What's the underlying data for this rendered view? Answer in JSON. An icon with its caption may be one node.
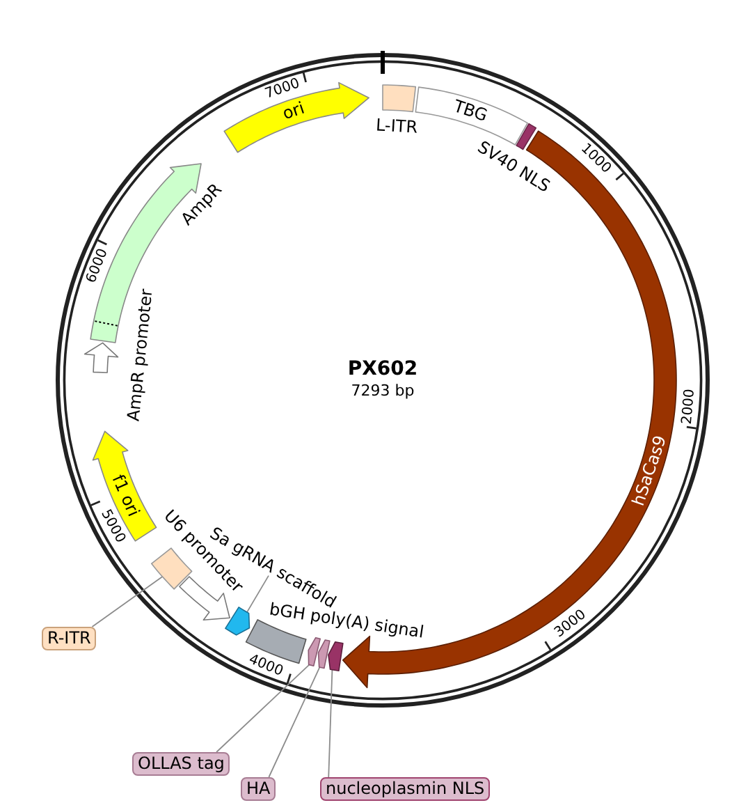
{
  "diagram": {
    "title": "PX602",
    "nodes": [
      {
        "text": [
          "L-ITR"
        ]
      },
      {
        "text": [
          "TBG"
        ]
      },
      {
        "text": [
          "SV40 NLS"
        ]
      },
      {
        "text": [
          "hSaCas9"
        ]
      },
      {
        "text": [],
        "shape": "arrow"
      },
      {
        "text": [],
        "shape": "arrow"
      },
      {
        "text": [],
        "shape": "arrow"
      },
      {
        "text": [
          "bGH poly(A) signal"
        ]
      },
      {
        "text": [],
        "shape": "arrow"
      },
      {
        "text": [
          "Sa gRNA scaffold"
        ]
      },
      {
        "text": [
          "U6 promoter"
        ]
      },
      {
        "text": [],
        "shape": "box"
      },
      {
        "text": [
          "R-ITR"
        ]
      },
      {
        "text": [
          "f1 ori"
        ]
      },
      {
        "text": [
          "AmpR promoter"
        ]
      },
      {
        "text": [
          "AmpR"
        ]
      },
      {
        "text": [
          "ori"
        ]
      },
      {
        "text": [
          "OLLAS tag"
        ]
      },
      {
        "text": [
          "HA"
        ]
      },
      {
        "text": [
          "nucleoplasmin NLS"
        ]
      }
    ],
    "edges": [
      {
        "from": 12,
        "to": 11,
        "arrow": "none"
      },
      {
        "from": 9,
        "to": 8,
        "arrow": "none"
      },
      {
        "from": 17,
        "to": 6,
        "arrow": "none"
      },
      {
        "from": 18,
        "to": 5,
        "arrow": "none"
      },
      {
        "from": 19,
        "to": 4,
        "arrow": "none"
      }
    ],
    "labels": [
      "7000",
      "1000",
      "6000",
      "7293 bp",
      "2000",
      "5000",
      "3000",
      "4000"
    ]
  }
}
